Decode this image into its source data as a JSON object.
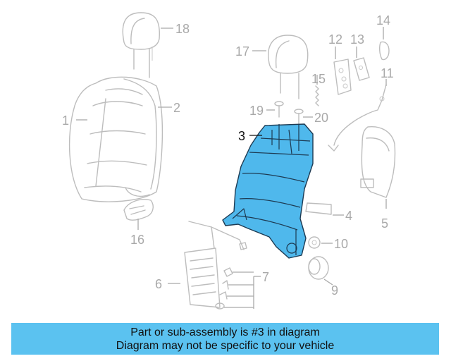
{
  "callouts": {
    "c1": "1",
    "c2": "2",
    "c3": "3",
    "c4": "4",
    "c5": "5",
    "c6": "6",
    "c7": "7",
    "c9": "9",
    "c10": "10",
    "c11": "11",
    "c12": "12",
    "c13": "13",
    "c14": "14",
    "c15": "15",
    "c16": "16",
    "c17": "17",
    "c18": "18",
    "c19": "19",
    "c20": "20"
  },
  "highlighted_part": "3",
  "colors": {
    "highlight": "#4fb8ec",
    "banner": "#5bc2f0",
    "ghost": "#bdbdbd"
  },
  "banner": {
    "line1": "Part or sub-assembly is #3 in diagram",
    "line2": "Diagram may not be specific to your vehicle"
  }
}
